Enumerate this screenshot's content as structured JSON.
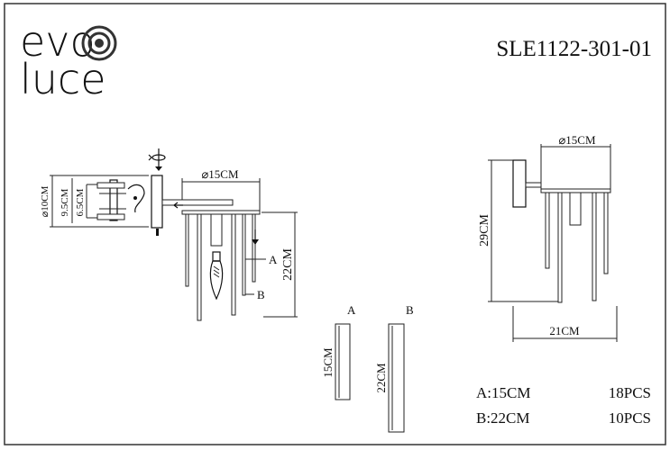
{
  "brand": {
    "line1": "evo",
    "line2": "luce"
  },
  "model_code": "SLE1122-301-01",
  "side_view": {
    "dia_mount": "⌀10CM",
    "h_outer": "9.5CM",
    "h_inner": "6.5CM"
  },
  "front_view": {
    "dia_shade": "⌀15CM",
    "height": "22CM",
    "label_a": "A",
    "label_b": "B"
  },
  "tubes": {
    "a_label": "A",
    "b_label": "B",
    "a_len": "15CM",
    "b_len": "22CM"
  },
  "right_view": {
    "dia": "⌀15CM",
    "height": "29CM",
    "width": "21CM"
  },
  "specs": [
    {
      "part": "A:15CM",
      "qty": "18PCS"
    },
    {
      "part": "B:22CM",
      "qty": "10PCS"
    }
  ],
  "colors": {
    "line": "#222222",
    "frame": "#333333",
    "background": "#ffffff"
  }
}
